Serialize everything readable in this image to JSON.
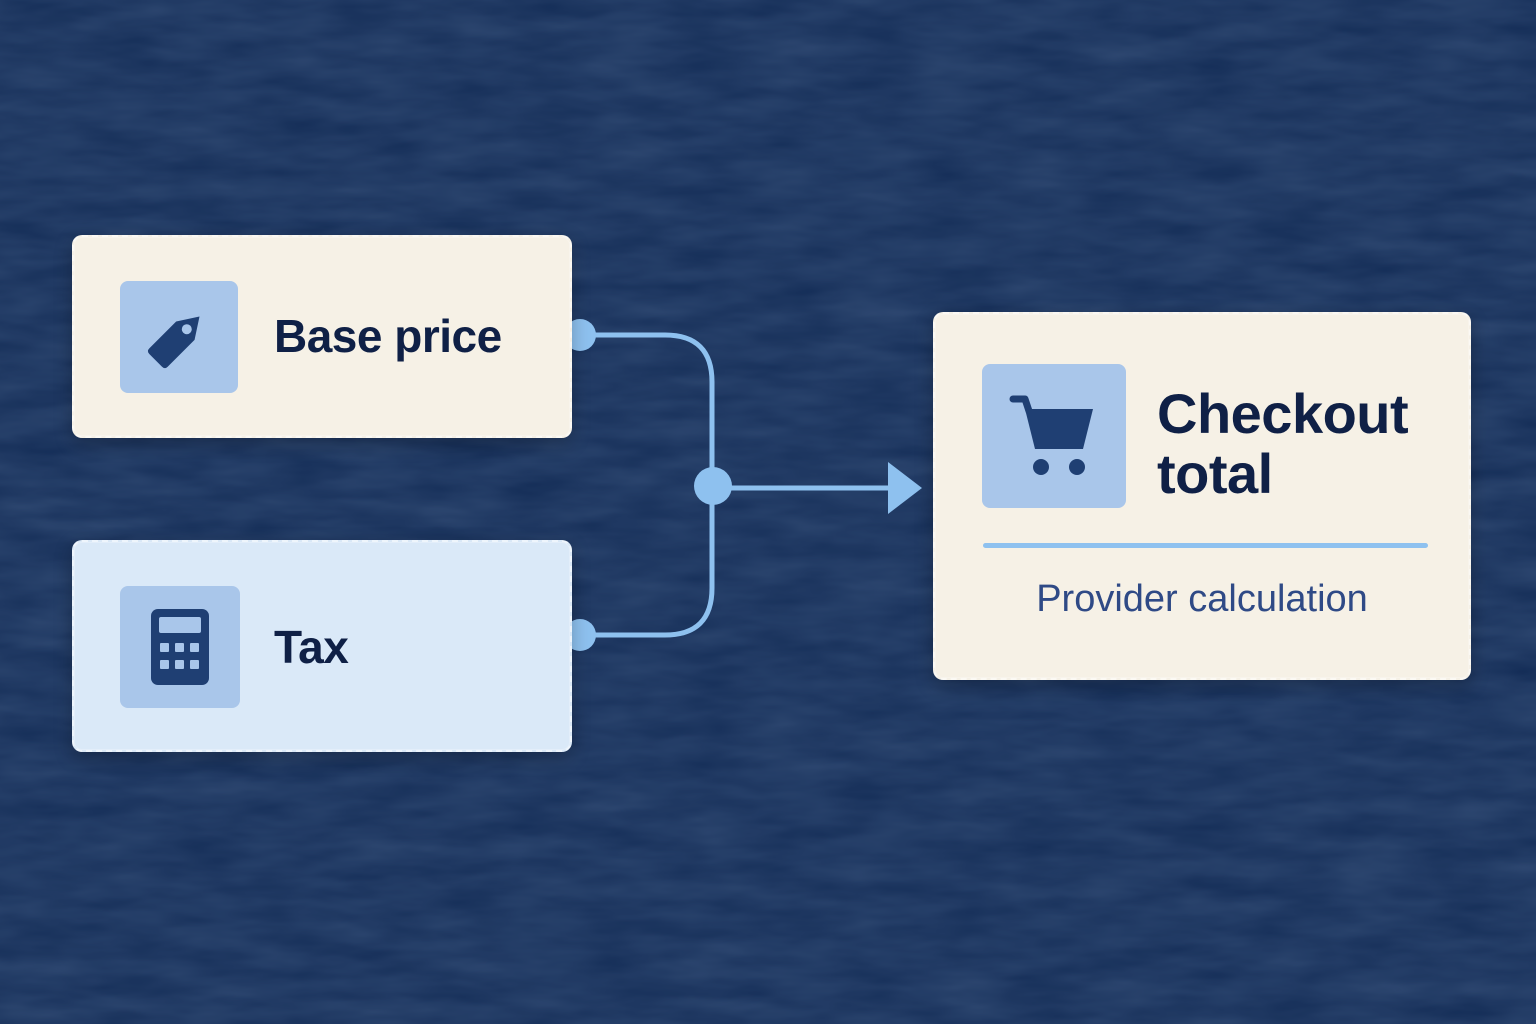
{
  "colors": {
    "background": "#142d57",
    "card_cream": "#f6f1e6",
    "card_light_blue": "#dae9f8",
    "icon_box": "#a9c6ea",
    "icon_fill": "#1f3f73",
    "connector": "#8ec1ef",
    "text_dark": "#0f2046",
    "subtext": "#2f4a86"
  },
  "nodes": {
    "base_price": {
      "label": "Base price",
      "icon": "price-tag-icon"
    },
    "tax": {
      "label": "Tax",
      "icon": "calculator-icon"
    },
    "checkout_total": {
      "label": "Checkout total",
      "icon": "shopping-cart-icon",
      "subtitle": "Provider calculation"
    }
  },
  "edges": [
    {
      "from": "base_price",
      "to": "checkout_total"
    },
    {
      "from": "tax",
      "to": "checkout_total"
    }
  ]
}
